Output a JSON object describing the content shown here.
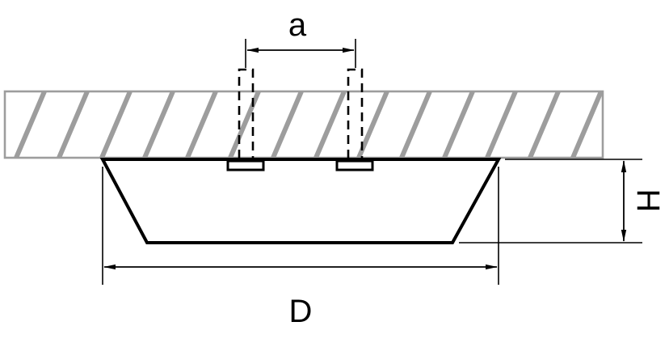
{
  "diagram": {
    "type": "technical-drawing",
    "description": "Cross-section of a surface-mounted ceiling lamp with mounting dimensions",
    "labels": {
      "mount_spacing": "a",
      "diameter": "D",
      "height": "H"
    },
    "colors": {
      "ceiling_hatch": "#9d9d9d",
      "line": "#000000",
      "background": "#ffffff"
    }
  }
}
